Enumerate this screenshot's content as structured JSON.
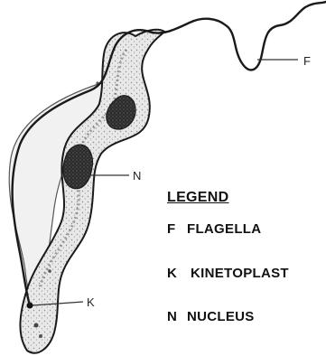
{
  "labels": {
    "flagella": "F",
    "nucleus": "N",
    "kinetoplast": "K"
  },
  "legend": {
    "title": "LEGEND",
    "items": [
      {
        "key": "F",
        "text": "FLAGELLA"
      },
      {
        "key": "K",
        "text": "KINETOPLAST"
      },
      {
        "key": "N",
        "text": "NUCLEUS"
      }
    ]
  },
  "colors": {
    "ink": "#1a1a1a",
    "body_fill": "#e3e3e3",
    "organelle": "#3a3a3a"
  }
}
